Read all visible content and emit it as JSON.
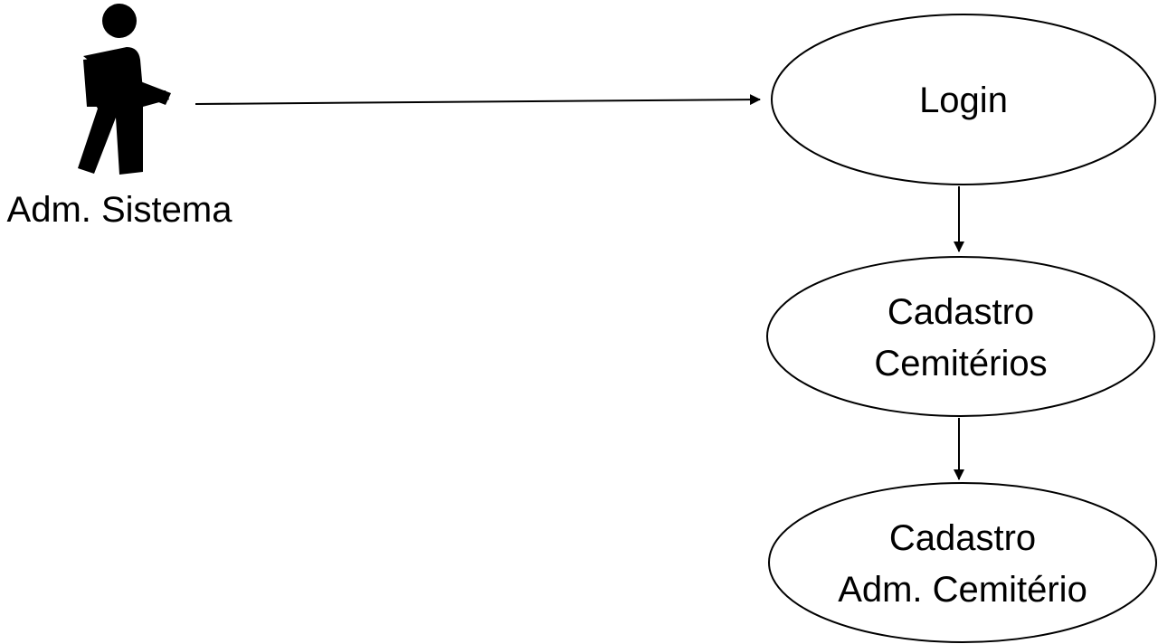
{
  "actor": {
    "label": "Adm. Sistema",
    "icon": "walking-person-icon"
  },
  "use_cases": [
    {
      "id": "login",
      "lines": [
        "Login"
      ]
    },
    {
      "id": "cadastro-cemiterios",
      "lines": [
        "Cadastro",
        "Cemitérios"
      ]
    },
    {
      "id": "cadastro-adm-cemiterio",
      "lines": [
        "Cadastro",
        "Adm. Cemitério"
      ]
    }
  ],
  "connections": [
    {
      "from": "actor",
      "to": "login"
    },
    {
      "from": "login",
      "to": "cadastro-cemiterios"
    },
    {
      "from": "cadastro-cemiterios",
      "to": "cadastro-adm-cemiterio"
    }
  ],
  "colors": {
    "stroke": "#000000",
    "fill": "#ffffff",
    "text": "#000000"
  }
}
